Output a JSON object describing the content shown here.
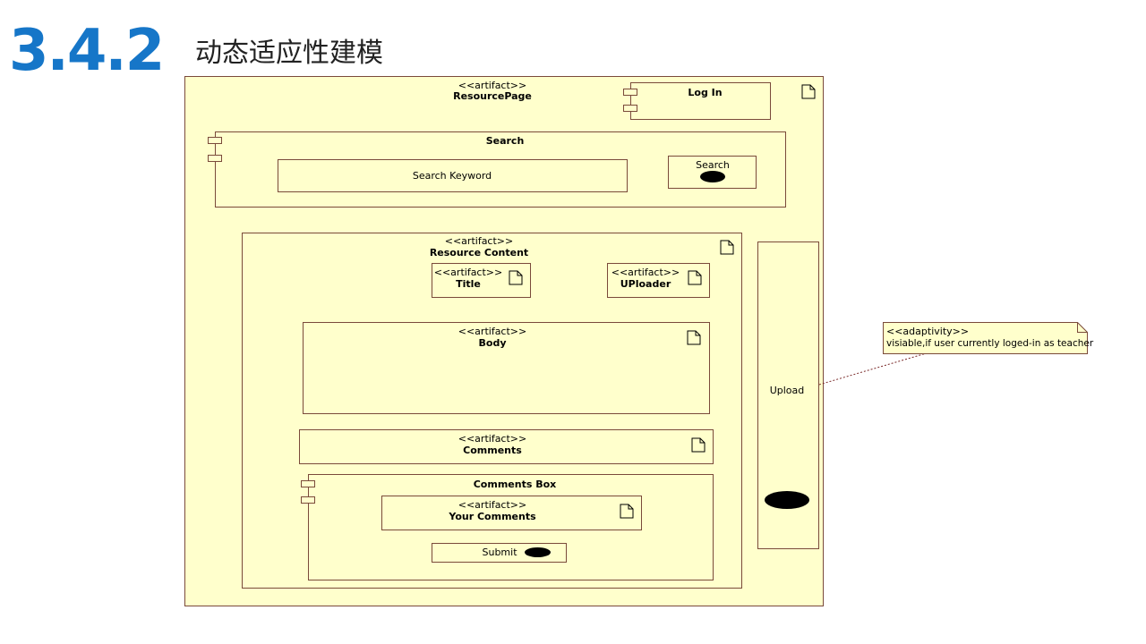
{
  "header": {
    "number": "3.4.2",
    "title": "动态适应性建模"
  },
  "diagram": {
    "resource_page": {
      "stereotype": "<<artifact>>",
      "name": "ResourcePage"
    },
    "login": {
      "name": "Log In"
    },
    "search": {
      "name": "Search",
      "keyword_field": "Search Keyword",
      "button_label": "Search"
    },
    "resource_content": {
      "stereotype": "<<artifact>>",
      "name": "Resource Content",
      "title": {
        "stereotype": "<<artifact>>",
        "name": "Title"
      },
      "uploader": {
        "stereotype": "<<artifact>>",
        "name": "UPloader"
      },
      "body": {
        "stereotype": "<<artifact>>",
        "name": "Body"
      },
      "comments": {
        "stereotype": "<<artifact>>",
        "name": "Comments"
      },
      "comments_box": {
        "name": "Comments Box",
        "your_comments": {
          "stereotype": "<<artifact>>",
          "name": "Your Comments"
        },
        "submit_label": "Submit"
      }
    },
    "upload": {
      "name": "Upload"
    },
    "note": {
      "stereotype": "<<adaptivity>>",
      "text": "visiable,if user currently loged-in as teacher"
    }
  },
  "colors": {
    "heading_blue": "#1676c8",
    "box_fill": "#ffffcc",
    "box_border": "#7a4a3a",
    "connector": "#7a2a2a"
  }
}
